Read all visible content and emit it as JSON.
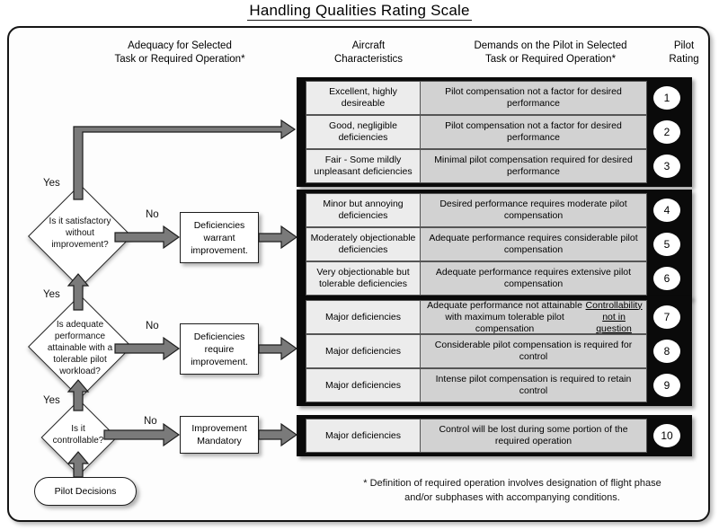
{
  "title": "Handling Qualities Rating Scale",
  "headers": {
    "adequacy": "Adequacy for Selected\nTask or Required  Operation*",
    "adequacy_line1": "Adequacy for Selected",
    "adequacy_line2": "Task or Required  Operation*",
    "aircraft_line1": "Aircraft",
    "aircraft_line2": "Characteristics",
    "demands_line1": "Demands on the Pilot in Selected",
    "demands_line2": "Task or Required Operation*",
    "rating_line1": "Pilot",
    "rating_line2": "Rating"
  },
  "groups": [
    {
      "name": "satisfactory-group",
      "rows": [
        {
          "characteristics": "Excellent, highly desireable",
          "demands": "Pilot compensation not a factor for desired performance",
          "demands_underline": "",
          "rating": "1"
        },
        {
          "characteristics": "Good, negligible deficiencies",
          "demands": "Pilot compensation not a factor for desired performance",
          "demands_underline": "",
          "rating": "2"
        },
        {
          "characteristics": "Fair - Some mildly unpleasant deficiencies",
          "demands": "Minimal pilot compensation required for desired performance",
          "demands_underline": "",
          "rating": "3"
        }
      ]
    },
    {
      "name": "deficiencies-warrant-group",
      "rows": [
        {
          "characteristics": "Minor but annoying deficiencies",
          "demands": "Desired performance requires moderate pilot compensation",
          "demands_underline": "",
          "rating": "4"
        },
        {
          "characteristics": "Moderately objectionable deficiencies",
          "demands": "Adequate performance requires considerable pilot compensation",
          "demands_underline": "",
          "rating": "5"
        },
        {
          "characteristics": "Very objectionable but tolerable deficiencies",
          "demands": "Adequate performance requires extensive pilot compensation",
          "demands_underline": "",
          "rating": "6"
        }
      ]
    },
    {
      "name": "deficiencies-require-group",
      "rows": [
        {
          "characteristics": "Major deficiencies",
          "demands": "Adequate performance not attainable with maximum tolerable pilot compensation ",
          "demands_underline": "Controllability not in question",
          "rating": "7"
        },
        {
          "characteristics": "Major deficiencies",
          "demands": "Considerable pilot compensation is required for control",
          "demands_underline": "",
          "rating": "8"
        },
        {
          "characteristics": "Major deficiencies",
          "demands": "Intense pilot compensation is required to retain control",
          "demands_underline": "",
          "rating": "9"
        }
      ]
    },
    {
      "name": "improvement-mandatory-group",
      "rows": [
        {
          "characteristics": "Major deficiencies",
          "demands": "Control will be lost during some portion of the required operation",
          "demands_underline": "",
          "rating": "10"
        }
      ]
    }
  ],
  "flowchart": {
    "decisions": [
      {
        "name": "is-it-satisfactory",
        "text": "Is it satisfactory\nwithout\nimprovement?",
        "line1": "Is it satisfactory",
        "line2": "without",
        "line3": "improvement?",
        "yes_above": "Yes",
        "yes_below": "Yes",
        "no_label": "No"
      },
      {
        "name": "is-adequate-performance",
        "text": "Is adequate\nperformance\nattainable with a\ntolerable pilot\nworkload?",
        "line1": "Is adequate",
        "line2": "performance",
        "line3": "attainable with a",
        "line4": "tolerable pilot",
        "line5": "workload?",
        "yes_above": "Yes",
        "yes_below": "Yes",
        "no_label": "No"
      },
      {
        "name": "is-it-controllable",
        "text": "Is it\ncontrollable?",
        "line1": "Is it",
        "line2": "controllable?",
        "yes_above": "Yes",
        "no_label": "No"
      }
    ],
    "processes": [
      {
        "name": "deficiencies-warrant",
        "line1": "Deficiencies",
        "line2": "warrant",
        "line3": "improvement."
      },
      {
        "name": "deficiencies-require",
        "line1": "Deficiencies",
        "line2": "require",
        "line3": "improvement."
      },
      {
        "name": "improvement-mandatory",
        "line1": "Improvement",
        "line2": "Mandatory",
        "line3": ""
      }
    ],
    "terminal": {
      "name": "pilot-decisions",
      "label": "Pilot Decisions"
    }
  },
  "footnote": {
    "line1": "* Definition of required operation involves designation of flight phase",
    "line2": "and/or subphases with accompanying conditions."
  },
  "colors": {
    "frame_border": "#151515",
    "group_black": "#0a0a0a",
    "cell_characteristics_bg": "#ececec",
    "cell_demands_bg": "#d2d2d2",
    "arrow_fill": "#7a7a7a",
    "arrow_stroke": "#1d1d1d",
    "page_bg": "#ffffff"
  }
}
